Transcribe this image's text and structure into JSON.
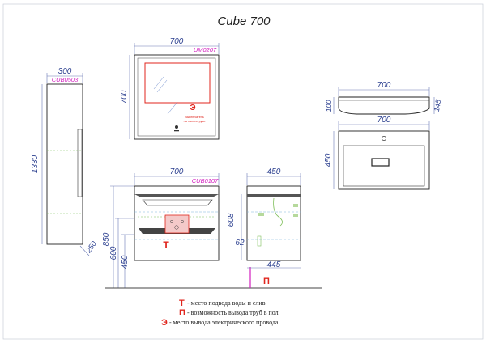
{
  "title": "Cube 700",
  "column": {
    "model": "CUB0503",
    "width": "300",
    "height": "1330",
    "depth": "250"
  },
  "mirror": {
    "model": "UM0207",
    "width": "700",
    "height": "700",
    "symbol": "Э",
    "switch_caption_1": "Выключатель",
    "switch_caption_2": "на панели руки"
  },
  "base": {
    "model": "CUB0107",
    "width": "700",
    "height_850": "850",
    "height_600": "600",
    "height_450": "450",
    "mark_t": "Т"
  },
  "side": {
    "depth_top": "450",
    "depth_bottom": "445",
    "height": "608",
    "drawer_offset": "62",
    "mark_p": "П"
  },
  "basin": {
    "width_top": "700",
    "height_top": "100",
    "lip": "145",
    "width_plan": "700",
    "depth_plan": "450"
  },
  "legend": [
    {
      "mark": "Т",
      "text": "- место подвода воды и слив"
    },
    {
      "mark": "П",
      "text": "- возможность вывода труб в пол"
    },
    {
      "mark": "Э",
      "text": "- место вывода электрического провода"
    }
  ],
  "colors": {
    "dimension": "#2b3f8f",
    "model_code": "#d21fbf",
    "mark": "#e0261e",
    "hidden_green": "#7fbf5a"
  }
}
